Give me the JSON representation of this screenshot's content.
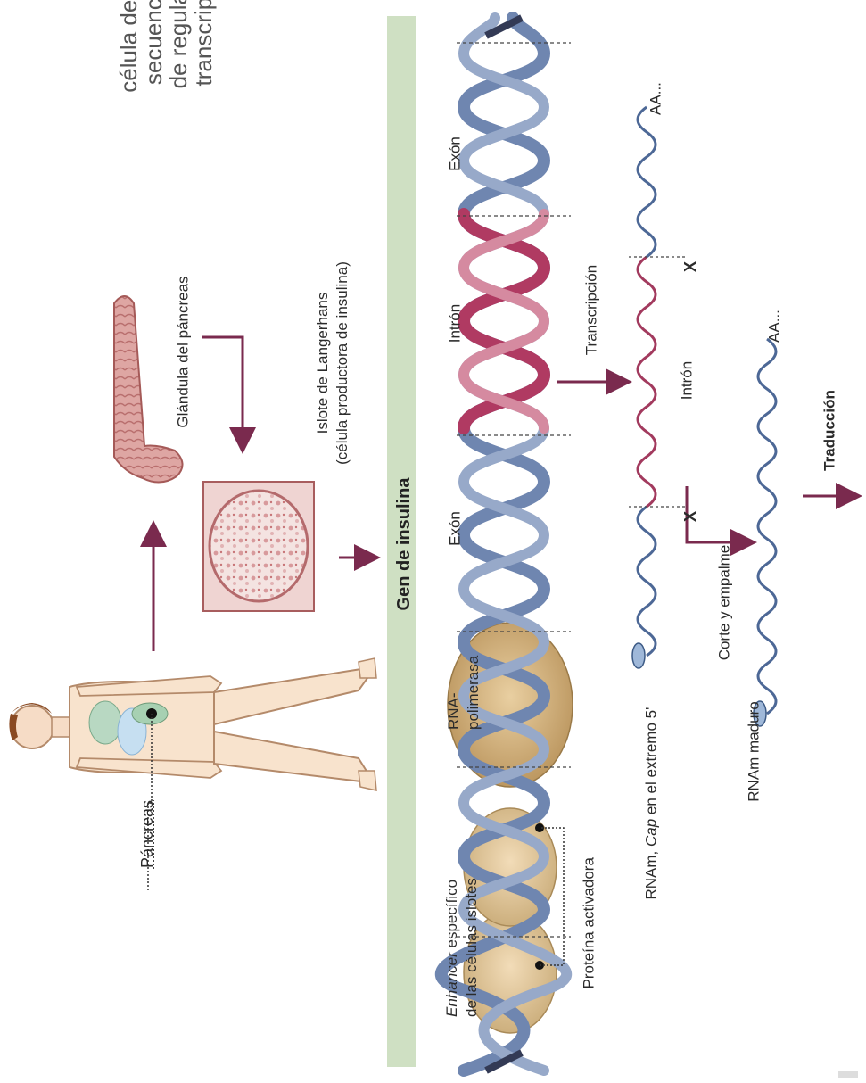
{
  "corner_note": {
    "line1": "célula de u",
    "line2": "secuencia",
    "line3": "de regulac",
    "line4": "transcripci"
  },
  "labels": {
    "pancreas": "Páncreas",
    "glandula": "Glándula del páncreas",
    "islote_line1": "Islote de Langerhans",
    "islote_line2": "(célula productora de insulina)",
    "gen": "Gen de insulina",
    "enhancer_italic": "Enhancer",
    "enhancer_rest": " específico",
    "enhancer_line2": "de las células islotes",
    "proteina": "Proteína activadora",
    "rna_pol_line1": "RNA-",
    "rna_pol_line2": "polimerasa",
    "exon1": "Exón",
    "intron_dna": "Intrón",
    "exon2": "Exón",
    "transcripcion": "Transcripción",
    "mrna_prefix": "RNAm, ",
    "mrna_cap": "Cap",
    "mrna_suffix": " en el extremo 5'",
    "x1": "X",
    "x2": "X",
    "intron_rna": "Intrón",
    "aa1": "AA...",
    "corte": "Corte y empalme",
    "mrna_maduro": "RNAm maduro",
    "aa2": "AA...",
    "traduccion": "Traducción"
  },
  "colors": {
    "arrow": "#7a2a4e",
    "band": "#cfe0c3",
    "exon_strand": "#6f86b0",
    "intron_strand": "#b03a62",
    "protein": "#c9ad7c"
  }
}
